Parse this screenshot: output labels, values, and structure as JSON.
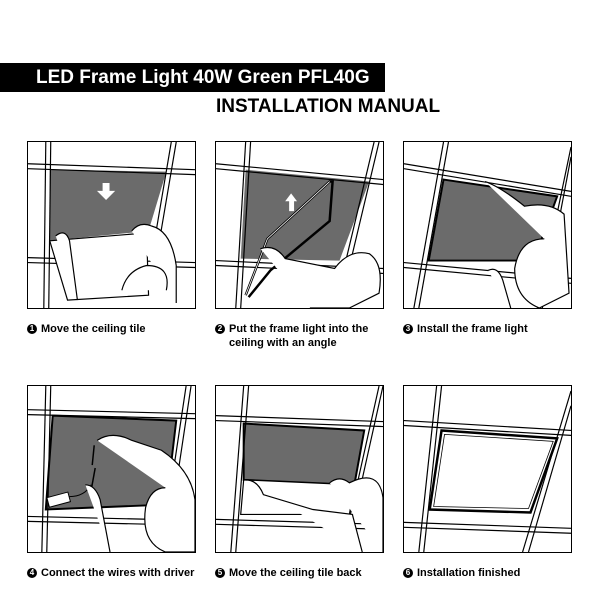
{
  "header": {
    "title": "LED Frame Light 40W Green PFL40G",
    "subtitle": "INSTALLATION MANUAL"
  },
  "colors": {
    "title_bar": "#000000",
    "title_text": "#ffffff",
    "ceiling_opening": "#6b6b6b",
    "line": "#000000"
  },
  "steps": [
    {
      "number": "1",
      "lines": [
        "Move the ceiling tile"
      ],
      "illustration": "person-lifting-ceiling-tile-down-arrow"
    },
    {
      "number": "2",
      "lines": [
        "Put the frame light into the",
        "ceiling with an angle"
      ],
      "illustration": "person-inserting-frame-at-angle-up-arrow"
    },
    {
      "number": "3",
      "lines": [
        "Install the frame light"
      ],
      "illustration": "person-seating-frame-light"
    },
    {
      "number": "4",
      "lines": [
        "Connect the wires with driver"
      ],
      "illustration": "person-connecting-wires-driver"
    },
    {
      "number": "5",
      "lines": [
        "Move the ceiling tile back"
      ],
      "illustration": "person-replacing-ceiling-tile"
    },
    {
      "number": "6",
      "lines": [
        "Installation finished"
      ],
      "illustration": "installed-frame-light"
    }
  ]
}
